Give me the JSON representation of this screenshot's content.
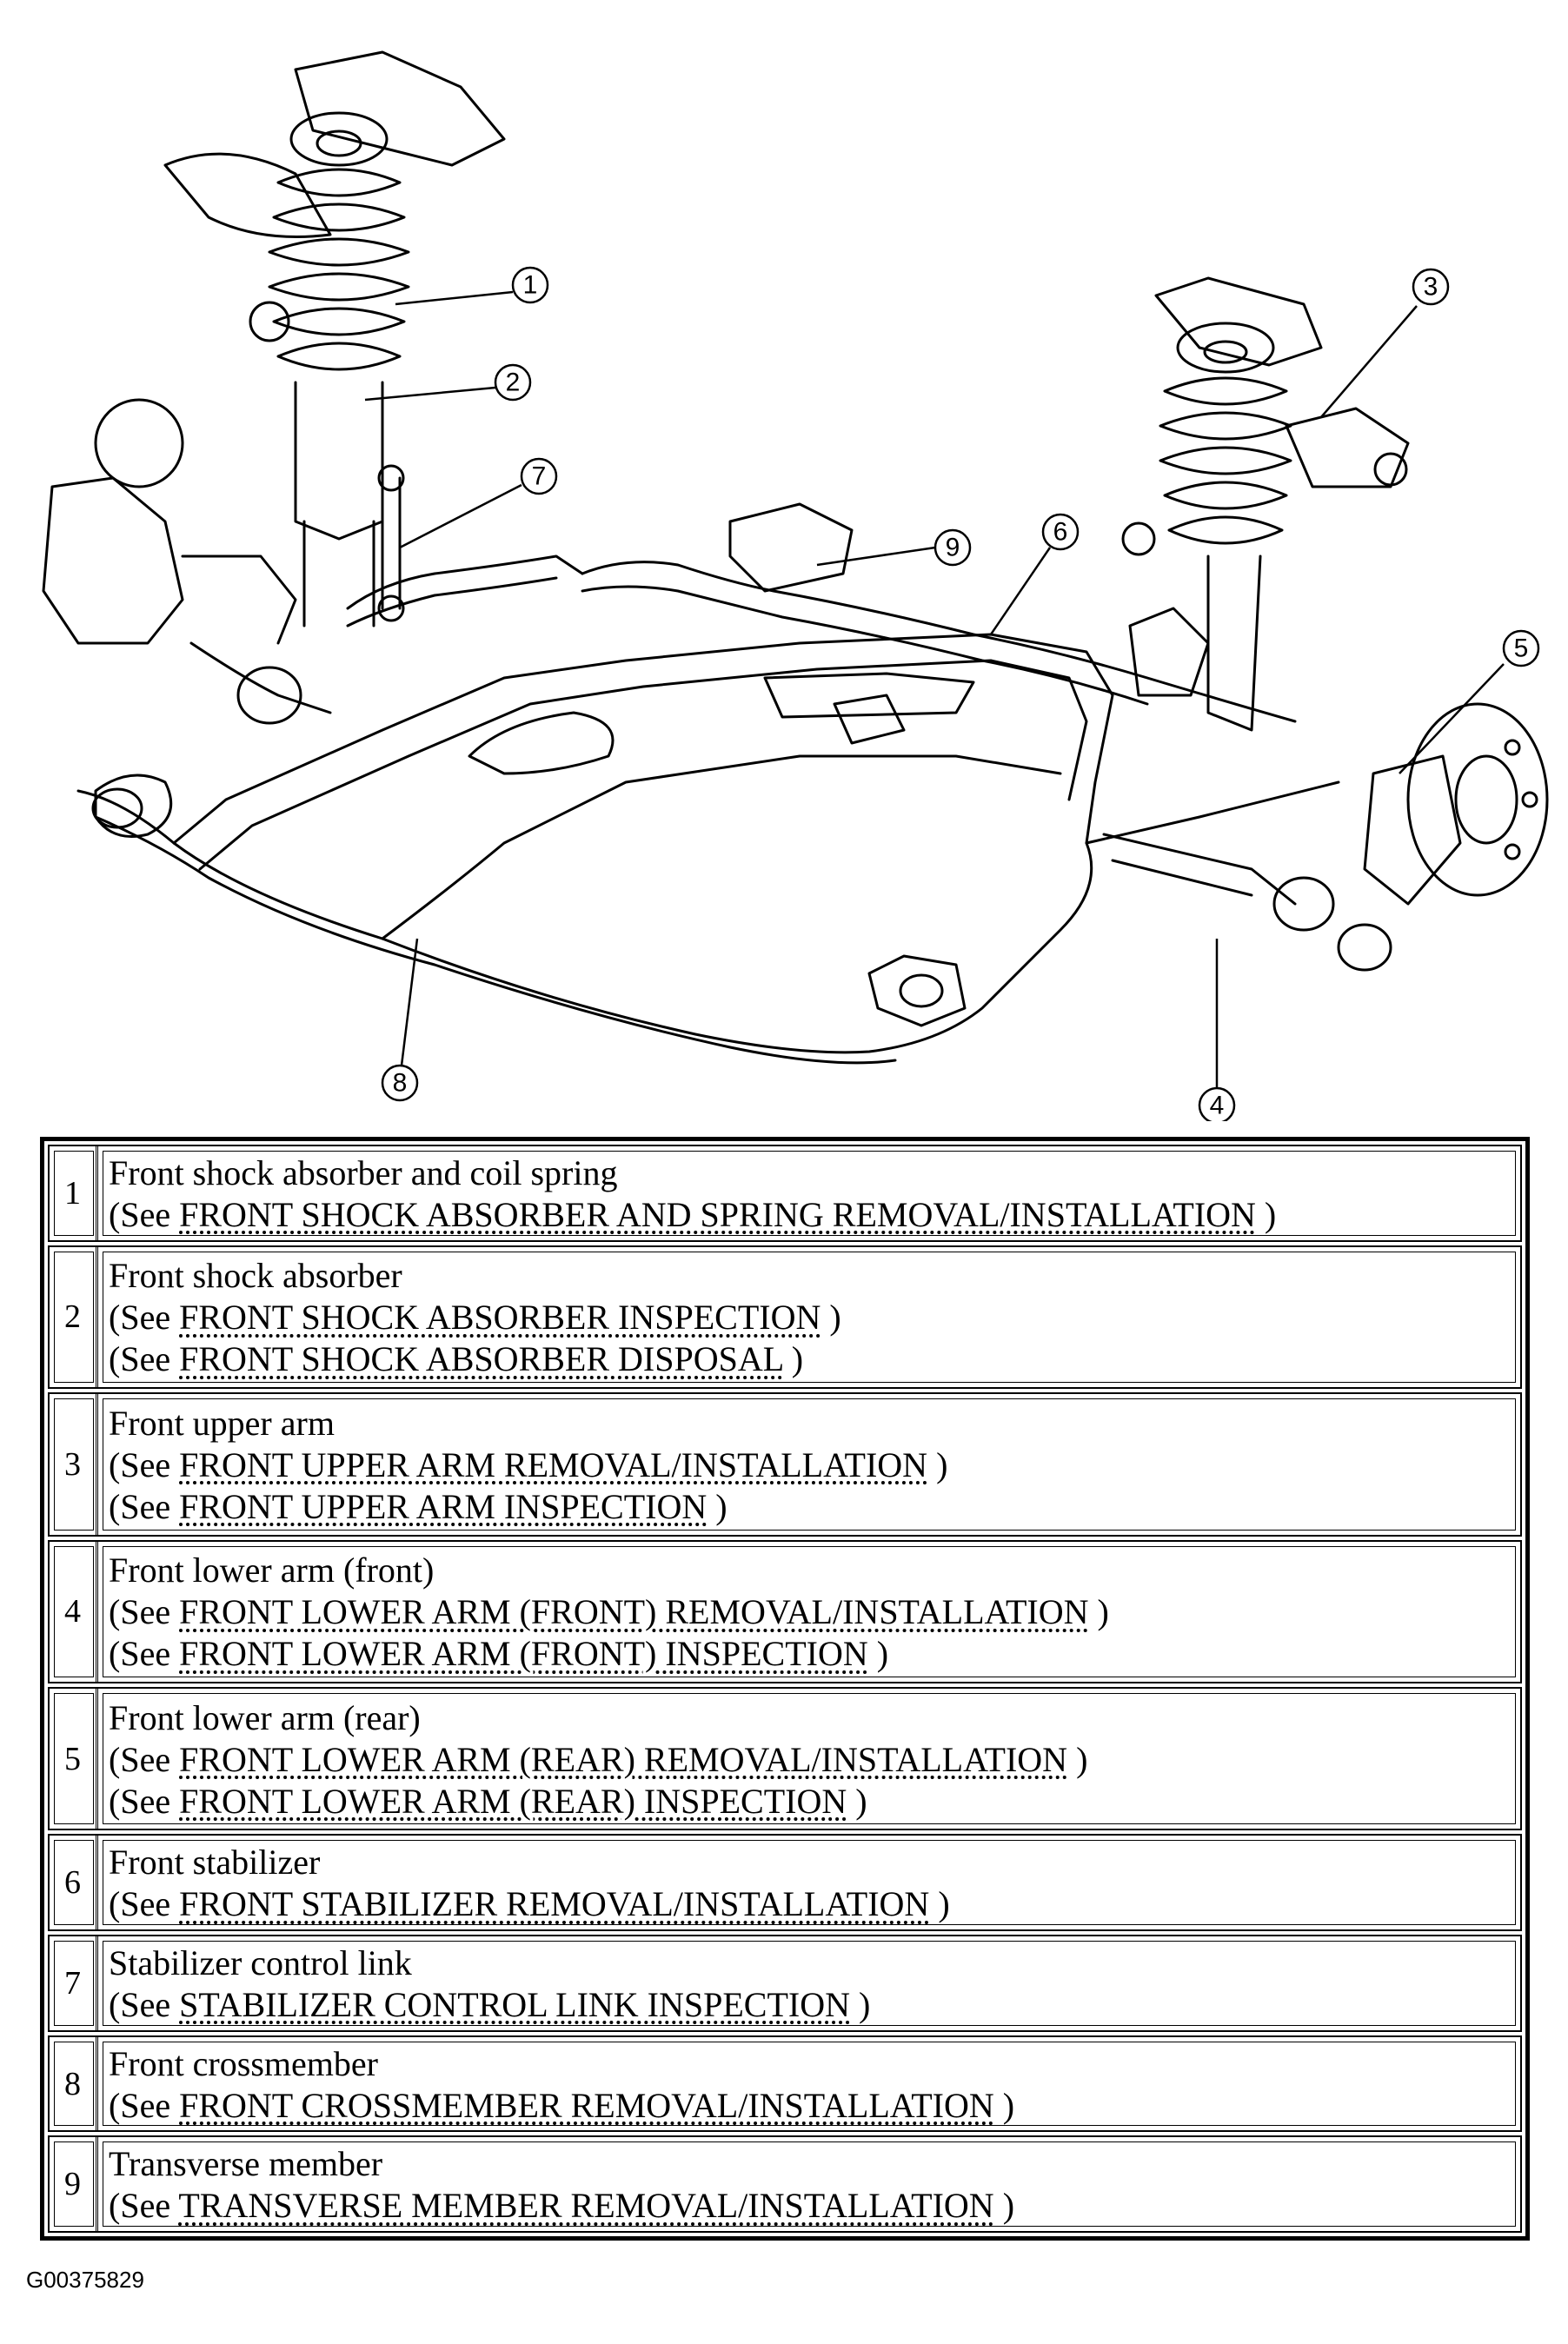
{
  "callouts": [
    "1",
    "2",
    "3",
    "4",
    "5",
    "6",
    "7",
    "8",
    "9"
  ],
  "parts": [
    {
      "number": "1",
      "name": "Front shock absorber and coil spring",
      "refs": [
        {
          "prefix": "(See ",
          "link": "FRONT SHOCK ABSORBER AND SPRING REMOVAL/INSTALLATION",
          "suffix": " )"
        }
      ]
    },
    {
      "number": "2",
      "name": "Front shock absorber",
      "refs": [
        {
          "prefix": "(See ",
          "link": "FRONT SHOCK ABSORBER INSPECTION",
          "suffix": " )"
        },
        {
          "prefix": "(See ",
          "link": "FRONT SHOCK ABSORBER DISPOSAL",
          "suffix": " )"
        }
      ]
    },
    {
      "number": "3",
      "name": "Front upper arm",
      "refs": [
        {
          "prefix": "(See ",
          "link": "FRONT UPPER ARM REMOVAL/INSTALLATION",
          "suffix": " )"
        },
        {
          "prefix": "(See ",
          "link": "FRONT UPPER ARM INSPECTION",
          "suffix": " )"
        }
      ]
    },
    {
      "number": "4",
      "name": "Front lower arm (front)",
      "refs": [
        {
          "prefix": "(See ",
          "link": "FRONT LOWER ARM (FRONT) REMOVAL/INSTALLATION",
          "suffix": " )"
        },
        {
          "prefix": "(See ",
          "link": "FRONT LOWER ARM (FRONT) INSPECTION",
          "suffix": " )"
        }
      ]
    },
    {
      "number": "5",
      "name": "Front lower arm (rear)",
      "refs": [
        {
          "prefix": "(See ",
          "link": "FRONT LOWER ARM (REAR) REMOVAL/INSTALLATION",
          "suffix": " )"
        },
        {
          "prefix": "(See ",
          "link": "FRONT LOWER ARM (REAR) INSPECTION",
          "suffix": " )"
        }
      ]
    },
    {
      "number": "6",
      "name": "Front stabilizer",
      "refs": [
        {
          "prefix": "(See ",
          "link": "FRONT STABILIZER REMOVAL/INSTALLATION",
          "suffix": " )"
        }
      ]
    },
    {
      "number": "7",
      "name": "Stabilizer control link",
      "refs": [
        {
          "prefix": "(See ",
          "link": "STABILIZER CONTROL LINK INSPECTION",
          "suffix": " )"
        }
      ]
    },
    {
      "number": "8",
      "name": "Front crossmember",
      "refs": [
        {
          "prefix": "(See ",
          "link": "FRONT CROSSMEMBER REMOVAL/INSTALLATION",
          "suffix": " )"
        }
      ]
    },
    {
      "number": "9",
      "name": "Transverse member",
      "refs": [
        {
          "prefix": "(See ",
          "link": "TRANSVERSE MEMBER REMOVAL/INSTALLATION",
          "suffix": " )"
        }
      ]
    }
  ],
  "figure_id": "G00375829"
}
